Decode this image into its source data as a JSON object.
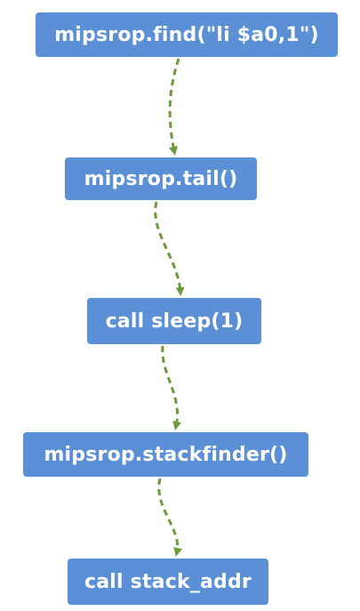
{
  "flowchart": {
    "nodes": [
      {
        "id": "n1",
        "label": "mipsrop.find(\"li $a0,1\")"
      },
      {
        "id": "n2",
        "label": "mipsrop.tail()"
      },
      {
        "id": "n3",
        "label": "call sleep(1)"
      },
      {
        "id": "n4",
        "label": "mipsrop.stackfinder()"
      },
      {
        "id": "n5",
        "label": "call stack_addr"
      }
    ],
    "edges": [
      {
        "from": "n1",
        "to": "n2"
      },
      {
        "from": "n2",
        "to": "n3"
      },
      {
        "from": "n3",
        "to": "n4"
      },
      {
        "from": "n4",
        "to": "n5"
      }
    ],
    "colors": {
      "node_fill": "#5b8fd6",
      "node_text": "#ffffff",
      "arrow": "#6b9a3a"
    }
  }
}
